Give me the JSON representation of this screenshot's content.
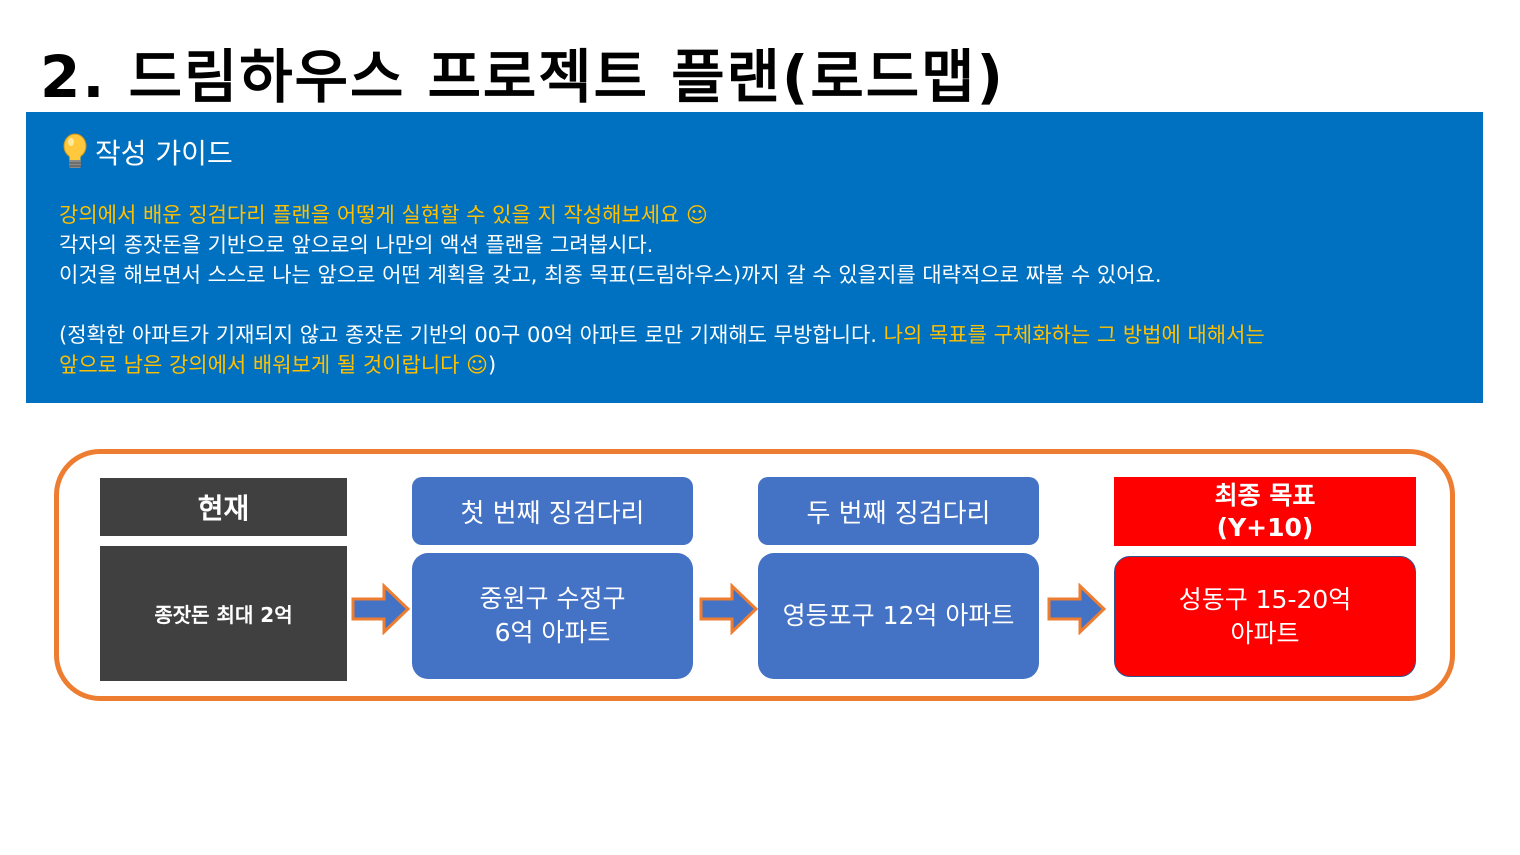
{
  "title": "2. 드림하우스 프로젝트 플랜(로드맵)",
  "guide": {
    "icon": "lightbulb-icon",
    "title": "작성 가이드",
    "line1": "강의에서 배운 징검다리 플랜을 어떻게 실현할 수 있을 지 작성해보세요 ☺",
    "line2": "각자의 종잣돈을 기반으로 앞으로의 나만의 액션 플랜을 그려봅시다.",
    "line3": "이것을 해보면서 스스로 나는 앞으로 어떤 계획을 갖고, 최종 목표(드림하우스)까지 갈 수 있을지를 대략적으로 짜볼 수 있어요.",
    "line4_white": "(정확한 아파트가 기재되지 않고 종잣돈 기반의 00구 00억 아파트 로만 기재해도 무방합니다. ",
    "line4_gold": "나의 목표를 구체화하는 그 방법에 대해서는",
    "line5_gold": "앞으로 남은 강의에서 배워보게 될 것이랍니다 ☺",
    "line5_white": ")"
  },
  "roadmap": {
    "current": {
      "header": "현재",
      "body": "종잣돈 최대 2억"
    },
    "step1": {
      "header": "첫 번째 징검다리",
      "body_line1": "중원구 수정구",
      "body_line2": "6억 아파트"
    },
    "step2": {
      "header": "두 번째 징검다리",
      "body": "영등포구 12억 아파트"
    },
    "goal": {
      "header_line1": "최종 목표",
      "header_line2": "(Y+10)",
      "body_line1": "성동구 15-20억",
      "body_line2": "아파트"
    }
  },
  "colors": {
    "guide_bg": "#0070c0",
    "highlight": "#ffc000",
    "step_box": "#4472c4",
    "current_box": "#404040",
    "goal_box": "#ff0000",
    "border": "#ed7d31"
  }
}
